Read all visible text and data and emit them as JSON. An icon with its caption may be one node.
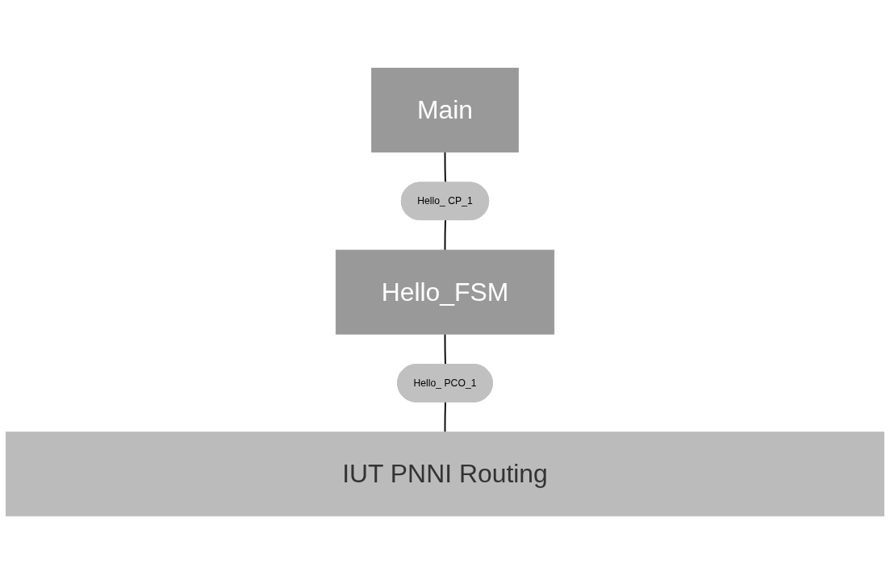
{
  "diagram": {
    "nodes": [
      {
        "text": [
          "Main"
        ]
      },
      {
        "text": [
          "Hello_ CP_1"
        ]
      },
      {
        "text": [
          "Hello_FSM"
        ]
      },
      {
        "text": [
          "Hello_ PCO_1"
        ]
      },
      {
        "text": [
          "IUT PNNI Routing"
        ]
      }
    ],
    "edges": [
      {
        "from": 0,
        "to": 1,
        "arrow": "none"
      },
      {
        "from": 1,
        "to": 2,
        "arrow": "none"
      },
      {
        "from": 2,
        "to": 3,
        "arrow": "none"
      },
      {
        "from": 3,
        "to": 4,
        "arrow": "none"
      }
    ]
  }
}
